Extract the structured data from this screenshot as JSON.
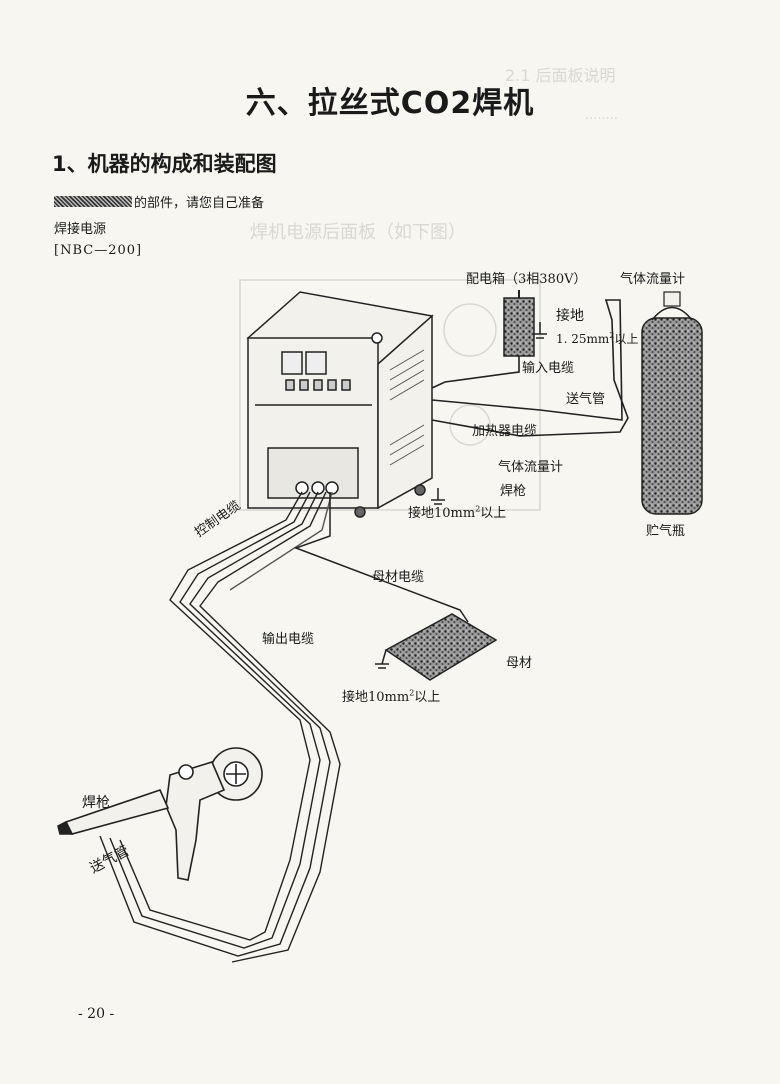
{
  "title": "六、拉丝式CO2焊机",
  "section_title": "1、机器的构成和装配图",
  "note": {
    "suffix": "的部件，请您自己准备"
  },
  "power_source_label": "焊接电源",
  "model": "[NBC—200]",
  "diagram_labels": {
    "distribution_box": "配电箱（3相380V）",
    "gas_flowmeter_top": "气体流量计",
    "ground": "接地",
    "ground_size": "1. 25mm",
    "ground_size_sup": "2",
    "ground_size_suffix": "以上",
    "input_cable": "输入电缆",
    "gas_pipe_right": "送气管",
    "heater_cable": "加热器电缆",
    "gas_flowmeter_mid": "气体流量计",
    "torch_mid": "焊枪",
    "ground_10_a": "接地10mm",
    "ground_10_a_sup": "2",
    "ground_10_a_suffix": "以上",
    "cylinder": "贮气瓶",
    "control_cable": "控制电缆",
    "base_cable": "母材电缆",
    "output_cable": "输出电缆",
    "base_metal": "母材",
    "ground_10_b": "接地10mm",
    "ground_10_b_sup": "2",
    "ground_10_b_suffix": "以上",
    "torch_left": "焊枪",
    "gas_pipe_left": "送气管"
  },
  "page_number": "- 20 -"
}
